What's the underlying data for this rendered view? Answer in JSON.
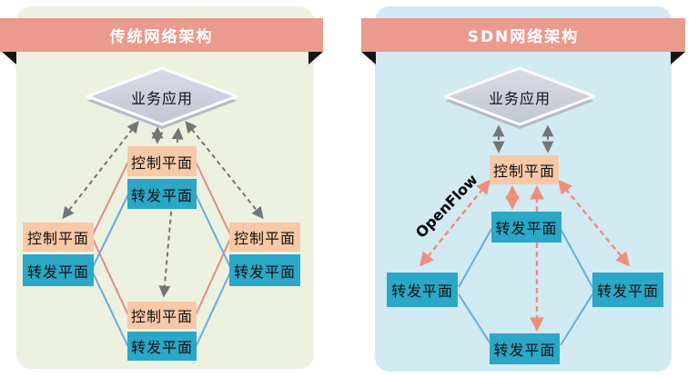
{
  "colors": {
    "banner": "#ea9b8d",
    "banner_text": "#ffffff",
    "fold": "#151515",
    "panel_left_bg": "#ecf1e0",
    "panel_right_bg": "#d2eaf2",
    "control_fill": "#f7c9a6",
    "forward_fill": "#2ba7c7",
    "red_line": "#e58a80",
    "blue_line": "#66abdf",
    "gray_arrow": "#757575",
    "salmon_arrow": "#ef8e7a",
    "diamond_light": "#d8dce6",
    "diamond_dark": "#c1c6d4",
    "diamond_shadow": "#b6bbc8",
    "text_dark": "#111111"
  },
  "labels": {
    "app": "业务应用",
    "control": "控制平面",
    "forward": "转发平面",
    "openflow": "OpenFlow"
  },
  "panels": {
    "left": {
      "title": "传统网络架构"
    },
    "right": {
      "title": "SDN网络架构"
    }
  }
}
